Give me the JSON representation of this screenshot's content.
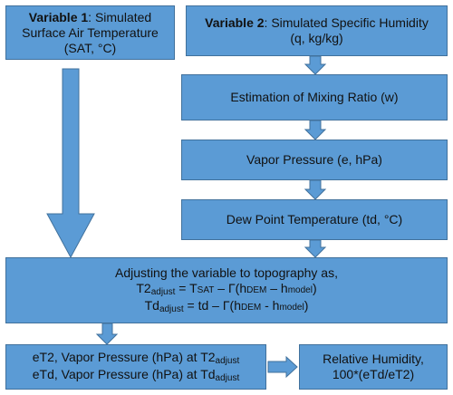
{
  "var1": {
    "label": "Variable 1",
    "line1_rest": ": Simulated",
    "line2": "Surface Air Temperature",
    "line3": "(SAT, °C)"
  },
  "var2": {
    "label": "Variable 2",
    "line1_rest": ": Simulated Specific Humidity",
    "line2": "(q, kg/kg)"
  },
  "mixing": "Estimation of Mixing Ratio (w)",
  "vapor": "Vapor Pressure (e, hPa)",
  "dew": "Dew Point Temperature (td, °C)",
  "adjust": {
    "title": "Adjusting the variable to topography as,",
    "eq1": {
      "t2": "T2",
      "adj": "adjust",
      "eq": " = T",
      "sat": "SAT",
      "gamma": " – Γ(h",
      "dem": "DEM",
      "minus": " – h",
      "model": "model",
      "close": ")"
    },
    "eq2": {
      "td": "Td",
      "adj": "adjust",
      "eq": " = td",
      "gamma": " – Γ(h",
      "dem": "DEM",
      "minus": " - h",
      "model": "model",
      "close": ")"
    }
  },
  "et": {
    "l1_pre": "eT2, Vapor Pressure (hPa) at T2",
    "l1_sub": "adjust",
    "l2_pre": "eTd, Vapor Pressure (hPa) at Td",
    "l2_sub": "adjust"
  },
  "rh": {
    "line1": "Relative Humidity,",
    "line2": "100*(eTd/eT2)"
  }
}
